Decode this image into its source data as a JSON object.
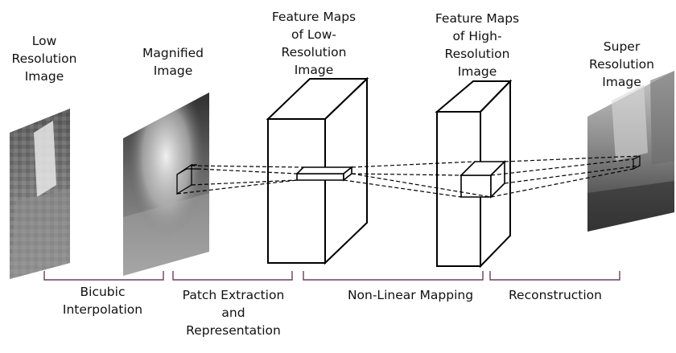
{
  "colors": {
    "bracket": "#6b3f5e",
    "outline": "#000000",
    "text": "#111111"
  },
  "labels": {
    "low_res": [
      "Low",
      "Resolution",
      "Image"
    ],
    "magnified": [
      "Magnified",
      "Image"
    ],
    "feat_low": [
      "Feature Maps",
      "of Low-",
      "Resolution",
      "Image"
    ],
    "feat_high": [
      "Feature Maps",
      "of High-",
      "Resolution",
      "Image"
    ],
    "super_res": [
      "Super",
      "Resolution",
      "Image"
    ]
  },
  "stages": {
    "bicubic": [
      "Bicubic",
      "Interpolation"
    ],
    "patch": [
      "Patch Extraction",
      "and",
      "Representation"
    ],
    "nonlinear": [
      "Non-Linear Mapping"
    ],
    "recon": [
      "Reconstruction"
    ]
  }
}
